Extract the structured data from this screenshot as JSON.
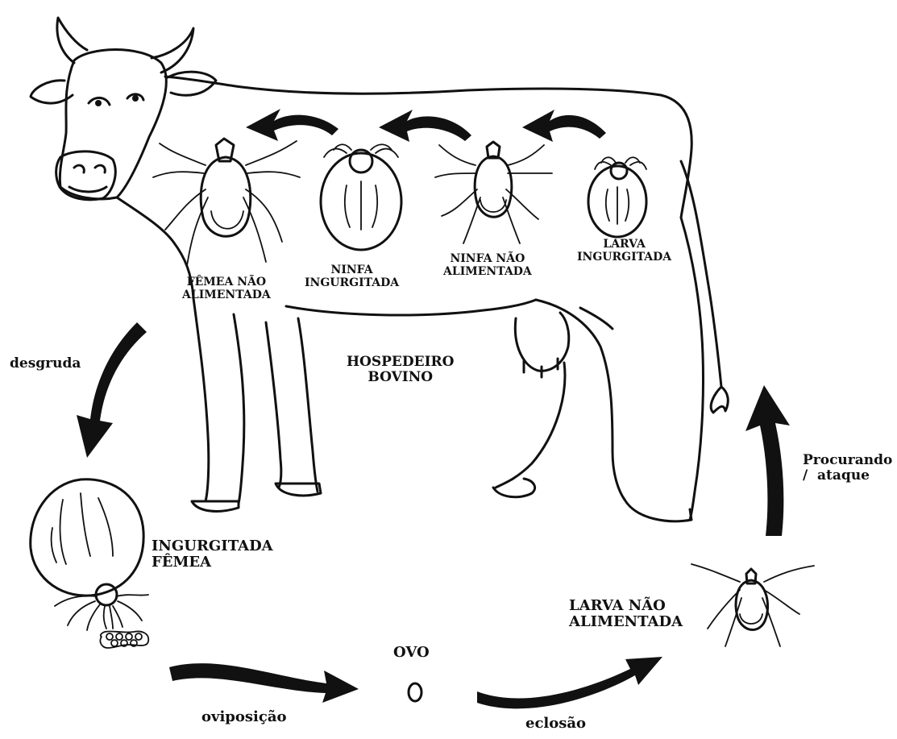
{
  "labels": {
    "host": [
      "HOSPEDEIRO",
      "BOVINO"
    ],
    "unfed_female": [
      "FÊMEA NÃO",
      "ALIMENTADA"
    ],
    "engorged_nymph": [
      "NINFA",
      "INGURGITADA"
    ],
    "unfed_nymph": [
      "NINFA NÃO",
      "ALIMENTADA"
    ],
    "engorged_larva": [
      "LARVA",
      "INGURGITADA"
    ],
    "detach": "desgruda",
    "engorged_female": [
      "INGURGITADA",
      "FÊMEA"
    ],
    "oviposition": "oviposição",
    "egg": "OVO",
    "hatching": "eclosão",
    "unfed_larva": [
      "LARVA NÃO",
      "ALIMENTADA"
    ],
    "questing": [
      "Procurando",
      "/  ataque"
    ]
  },
  "colors": {
    "ink": "#111111",
    "background": "#ffffff"
  }
}
